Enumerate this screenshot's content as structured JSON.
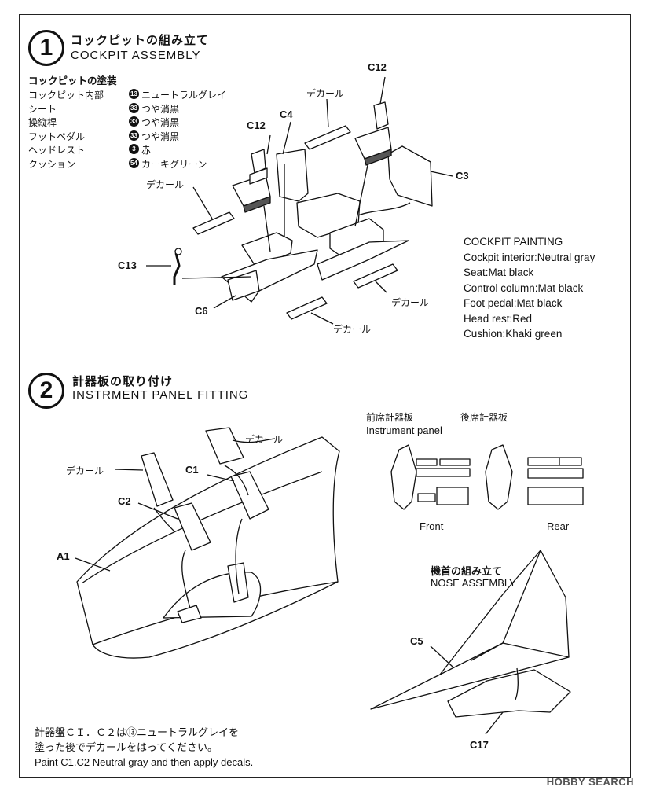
{
  "step1": {
    "number": "1",
    "title_jp": "コックピットの組み立て",
    "title_en": "COCKPIT ASSEMBLY",
    "painting_jp_title": "コックピットの塗装",
    "painting_jp": [
      {
        "part": "コックピット内部",
        "code": "13",
        "color": "ニュートラルグレイ"
      },
      {
        "part": "シート",
        "code": "33",
        "color": "つや消黒"
      },
      {
        "part": "操縦桿",
        "code": "33",
        "color": "つや消黒"
      },
      {
        "part": "フットペダル",
        "code": "33",
        "color": "つや消黒"
      },
      {
        "part": "ヘッドレスト",
        "code": "3",
        "color": "赤"
      },
      {
        "part": "クッション",
        "code": "54",
        "color": "カーキグリーン"
      }
    ],
    "painting_en_title": "COCKPIT PAINTING",
    "painting_en": [
      "Cockpit interior:Neutral gray",
      "Seat:Mat black",
      "Control column:Mat black",
      "Foot pedal:Mat black",
      "Head rest:Red",
      "Cushion:Khaki green"
    ],
    "labels": {
      "c12a": "C12",
      "c12b": "C12",
      "c4": "C4",
      "c3": "C3",
      "c13": "C13",
      "c6": "C6",
      "decal1": "デカール",
      "decal2": "デカール",
      "decal3": "デカール",
      "decal4": "デカール"
    }
  },
  "step2": {
    "number": "2",
    "title_jp": "計器板の取り付け",
    "title_en": "INSTRMENT PANEL FITTING",
    "labels": {
      "decal_a": "デカール",
      "decal_b": "デカール",
      "c1": "C1",
      "c2": "C2",
      "a1": "A1"
    },
    "panel_front_jp": "前席計器板",
    "panel_rear_jp": "後席計器板",
    "panel_en": "Instrument panel",
    "front": "Front",
    "rear": "Rear",
    "note_jp_1": "計器盤ＣＩ．Ｃ２は⑬ニュートラルグレイを",
    "note_jp_2": "塗った後でデカールをはってください。",
    "note_en": "Paint C1.C2 Neutral gray and then apply decals."
  },
  "nose": {
    "title_jp": "機首の組み立て",
    "title_en": "NOSE ASSEMBLY",
    "c5": "C5",
    "c17": "C17"
  },
  "watermark": "HOBBY SEARCH"
}
